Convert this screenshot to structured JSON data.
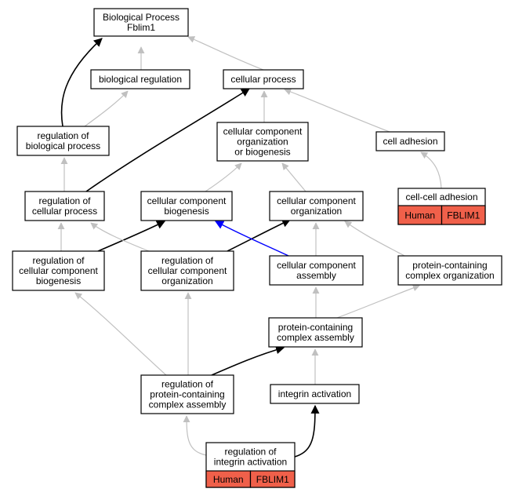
{
  "colors": {
    "is_a_edge": "#c0c0c0",
    "regulates_edge": "#000000",
    "part_of_edge": "#0000ff",
    "annotation_fill": "#f0604a"
  },
  "nodes": [
    {
      "id": "root",
      "lines": [
        "Biological Process",
        "Fblim1"
      ]
    },
    {
      "id": "biological-regulation",
      "lines": [
        "biological regulation"
      ]
    },
    {
      "id": "cellular-process",
      "lines": [
        "cellular process"
      ]
    },
    {
      "id": "regulation-of-biological-process",
      "lines": [
        "regulation of",
        "biological process"
      ]
    },
    {
      "id": "cellular-component-organization-or-biogenesis",
      "lines": [
        "cellular component",
        "organization",
        "or biogenesis"
      ]
    },
    {
      "id": "cell-adhesion",
      "lines": [
        "cell adhesion"
      ]
    },
    {
      "id": "regulation-of-cellular-process",
      "lines": [
        "regulation of",
        "cellular process"
      ]
    },
    {
      "id": "cellular-component-biogenesis",
      "lines": [
        "cellular component",
        "biogenesis"
      ]
    },
    {
      "id": "cellular-component-organization",
      "lines": [
        "cellular component",
        "organization"
      ]
    },
    {
      "id": "cell-cell-adhesion",
      "lines": [
        "cell-cell adhesion"
      ],
      "tags": [
        "Human",
        "FBLIM1"
      ]
    },
    {
      "id": "regulation-of-cellular-component-biogenesis",
      "lines": [
        "regulation of",
        "cellular component",
        "biogenesis"
      ]
    },
    {
      "id": "regulation-of-cellular-component-organization",
      "lines": [
        "regulation of",
        "cellular component",
        "organization"
      ]
    },
    {
      "id": "cellular-component-assembly",
      "lines": [
        "cellular component",
        "assembly"
      ]
    },
    {
      "id": "protein-containing-complex-organization",
      "lines": [
        "protein-containing",
        "complex organization"
      ]
    },
    {
      "id": "protein-containing-complex-assembly",
      "lines": [
        "protein-containing",
        "complex assembly"
      ]
    },
    {
      "id": "regulation-of-protein-containing-complex-assembly",
      "lines": [
        "regulation of",
        "protein-containing",
        "complex assembly"
      ]
    },
    {
      "id": "integrin-activation",
      "lines": [
        "integrin activation"
      ]
    },
    {
      "id": "regulation-of-integrin-activation",
      "lines": [
        "regulation of",
        "integrin activation"
      ],
      "tags": [
        "Human",
        "FBLIM1"
      ]
    }
  ],
  "edges": [
    {
      "from": "biological-regulation",
      "to": "root",
      "type": "is_a"
    },
    {
      "from": "cellular-process",
      "to": "root",
      "type": "is_a"
    },
    {
      "from": "regulation-of-biological-process",
      "to": "root",
      "type": "regulates"
    },
    {
      "from": "regulation-of-biological-process",
      "to": "biological-regulation",
      "type": "is_a"
    },
    {
      "from": "cellular-component-organization-or-biogenesis",
      "to": "cellular-process",
      "type": "is_a"
    },
    {
      "from": "cell-adhesion",
      "to": "cellular-process",
      "type": "is_a"
    },
    {
      "from": "regulation-of-cellular-process",
      "to": "cellular-process",
      "type": "regulates"
    },
    {
      "from": "regulation-of-cellular-process",
      "to": "regulation-of-biological-process",
      "type": "is_a"
    },
    {
      "from": "cellular-component-biogenesis",
      "to": "cellular-component-organization-or-biogenesis",
      "type": "is_a"
    },
    {
      "from": "cellular-component-organization",
      "to": "cellular-component-organization-or-biogenesis",
      "type": "is_a"
    },
    {
      "from": "cell-cell-adhesion",
      "to": "cell-adhesion",
      "type": "is_a"
    },
    {
      "from": "regulation-of-cellular-component-biogenesis",
      "to": "regulation-of-cellular-process",
      "type": "is_a"
    },
    {
      "from": "regulation-of-cellular-component-biogenesis",
      "to": "cellular-component-biogenesis",
      "type": "regulates"
    },
    {
      "from": "regulation-of-cellular-component-organization",
      "to": "regulation-of-cellular-process",
      "type": "is_a"
    },
    {
      "from": "regulation-of-cellular-component-organization",
      "to": "cellular-component-organization",
      "type": "regulates"
    },
    {
      "from": "cellular-component-assembly",
      "to": "cellular-component-biogenesis",
      "type": "part_of"
    },
    {
      "from": "cellular-component-assembly",
      "to": "cellular-component-organization",
      "type": "is_a"
    },
    {
      "from": "protein-containing-complex-organization",
      "to": "cellular-component-organization",
      "type": "is_a"
    },
    {
      "from": "protein-containing-complex-assembly",
      "to": "cellular-component-assembly",
      "type": "is_a"
    },
    {
      "from": "protein-containing-complex-assembly",
      "to": "protein-containing-complex-organization",
      "type": "is_a"
    },
    {
      "from": "regulation-of-protein-containing-complex-assembly",
      "to": "regulation-of-cellular-component-biogenesis",
      "type": "is_a"
    },
    {
      "from": "regulation-of-protein-containing-complex-assembly",
      "to": "regulation-of-cellular-component-organization",
      "type": "is_a"
    },
    {
      "from": "regulation-of-protein-containing-complex-assembly",
      "to": "protein-containing-complex-assembly",
      "type": "regulates"
    },
    {
      "from": "integrin-activation",
      "to": "protein-containing-complex-assembly",
      "type": "is_a"
    },
    {
      "from": "regulation-of-integrin-activation",
      "to": "regulation-of-protein-containing-complex-assembly",
      "type": "is_a"
    },
    {
      "from": "regulation-of-integrin-activation",
      "to": "integrin-activation",
      "type": "regulates"
    }
  ]
}
